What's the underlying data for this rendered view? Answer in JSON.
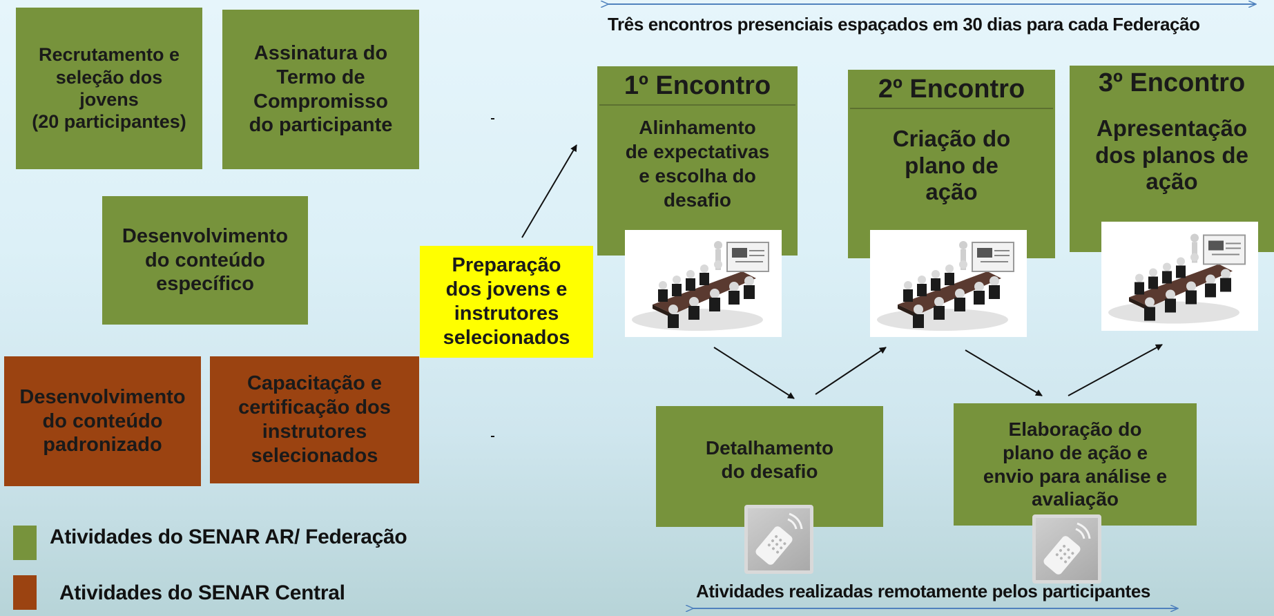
{
  "top_caption": "Três encontros presenciais espaçados em 30 dias para cada Federação",
  "bottom_caption": "Atividades realizadas remotamente pelos participantes",
  "left_boxes": {
    "recrutamento": "Recrutamento e\nseleção dos\njovens\n(20 participantes)",
    "assinatura": "Assinatura do\nTermo de\nCompromisso\ndo participante",
    "desenvolvimento_especifico": "Desenvolvimento\ndo conteúdo\nespecífico",
    "desenvolvimento_padronizado": "Desenvolvimento\ndo conteúdo\npadronizado",
    "capacitacao": "Capacitação e\ncertificação dos\ninstrutores\nselecionados"
  },
  "preparacao": "Preparação\ndos jovens e\ninstrutores\nselecionados",
  "encontros": [
    {
      "title": "1º Encontro",
      "body": "Alinhamento\nde expectativas\ne escolha do\ndesafio"
    },
    {
      "title": "2º Encontro",
      "body": "Criação do\nplano de\nação"
    },
    {
      "title": "3º Encontro",
      "body": "Apresentação\ndos planos de\nação"
    }
  ],
  "remote_boxes": {
    "detalhamento": "Detalhamento\ndo desafio",
    "elaboracao": "Elaboração do\nplano de ação e\nenvio para análise e\navaliação"
  },
  "legend": {
    "federacao": "Atividades do SENAR AR/ Federação",
    "central": "Atividades do SENAR Central"
  },
  "colors": {
    "green": "#77933c",
    "brown": "#9b4311",
    "yellow": "#ffff00",
    "arrow_blue": "#4f81bd"
  },
  "icons": [
    "meeting-room-image",
    "remote-control-icon"
  ]
}
